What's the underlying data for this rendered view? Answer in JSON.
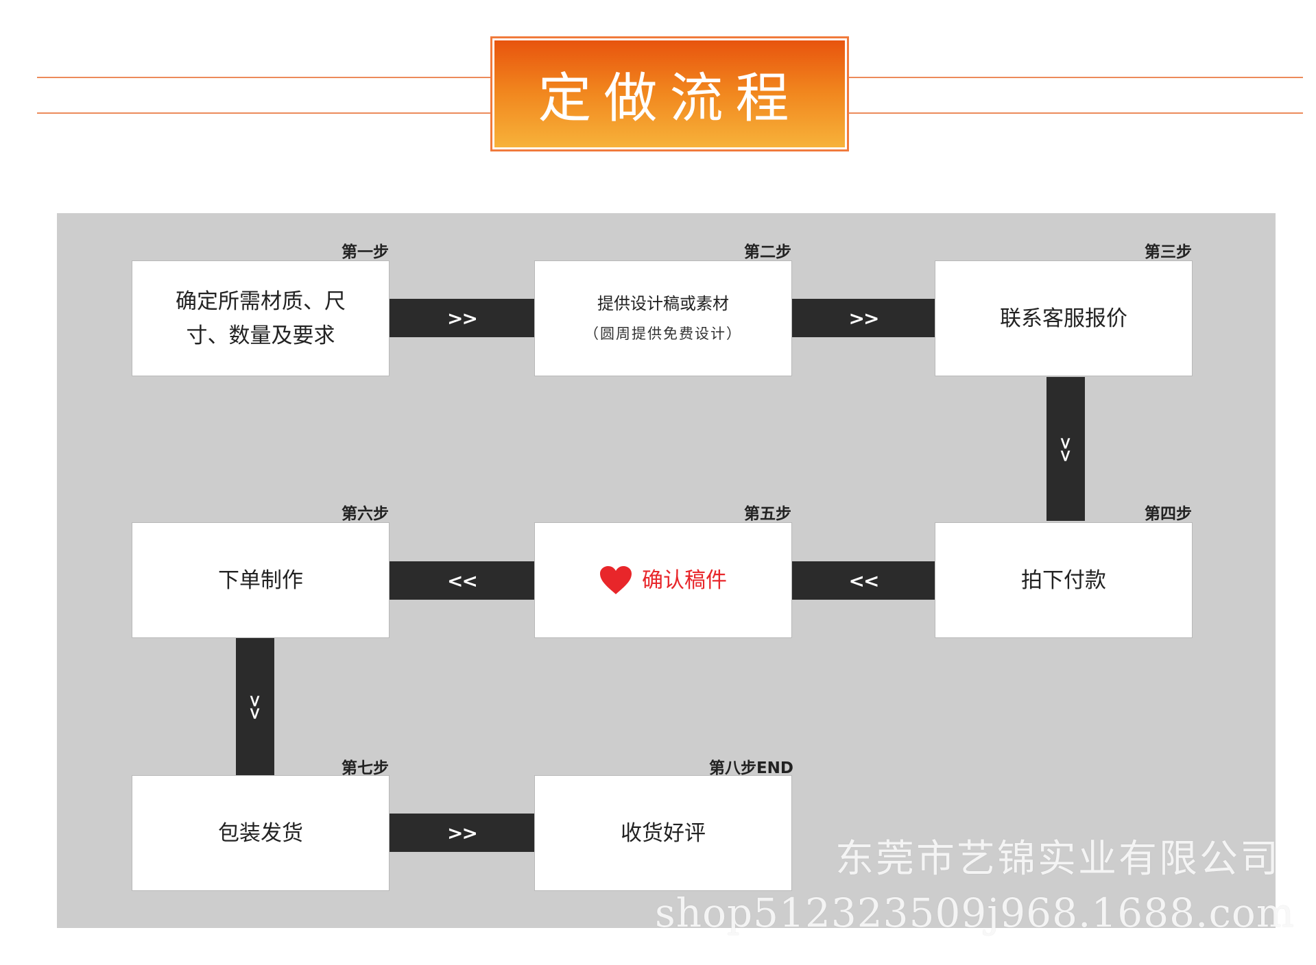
{
  "header": {
    "title": "定做流程"
  },
  "steps": [
    {
      "label": "第一步",
      "text": "确定所需材质、尺寸、数量及要求"
    },
    {
      "label": "第二步",
      "text": "提供设计稿或素材",
      "subtext": "（圆周提供免费设计）"
    },
    {
      "label": "第三步",
      "text": "联系客服报价"
    },
    {
      "label": "第四步",
      "text": "拍下付款"
    },
    {
      "label": "第五步",
      "text": "确认稿件"
    },
    {
      "label": "第六步",
      "text": "下单制作"
    },
    {
      "label": "第七步",
      "text": "包装发货"
    },
    {
      "label": "第八步END",
      "text": "收货好评"
    }
  ],
  "arrows": {
    "forward": ">>",
    "backward": "<<",
    "down": ">>"
  },
  "watermark": {
    "company": "东莞市艺锦实业有限公司",
    "shop": "shop512323509j968.1688.com"
  },
  "colors": {
    "accent": "#f07a3c",
    "panel": "#cdcdcd",
    "connector": "#2b2b2b",
    "highlight": "#e8262a"
  },
  "icons": {
    "step5": "heart-icon"
  }
}
